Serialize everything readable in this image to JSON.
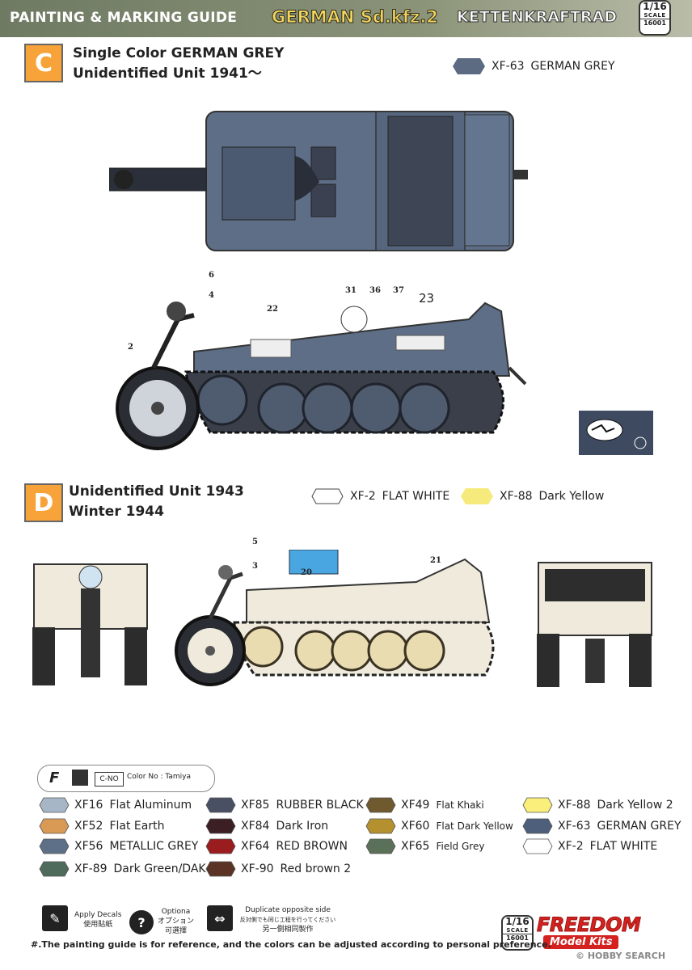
{
  "header": {
    "guide_title": "PAINTING & MARKING GUIDE",
    "model_title": "GERMAN Sd.kfz.2",
    "model_subtitle": "KETTENKRAFTRAD",
    "scale_ratio": "1/16",
    "scale_label": "SCALE",
    "kit_code": "16001"
  },
  "scheme_c": {
    "letter": "C",
    "line1": "Single Color  GERMAN GREY",
    "line2": "Unidentified Unit  1941～",
    "swatch": {
      "code": "XF-63",
      "name": "GERMAN GREY",
      "color": "#5c6b82"
    },
    "callouts": [
      "6",
      "4",
      "2",
      "22",
      "31",
      "36",
      "37",
      "23"
    ]
  },
  "scheme_d": {
    "letter": "D",
    "line1": "Unidentified Unit  1943",
    "line2": "Winter 1944",
    "swatches": [
      {
        "code": "XF-2",
        "name": "FLAT WHITE",
        "color": "#ffffff"
      },
      {
        "code": "XF-88",
        "name": "Dark Yellow",
        "color": "#f6ea7c"
      }
    ],
    "callouts": [
      "5",
      "3",
      "20",
      "21"
    ]
  },
  "legend": {
    "color_no_label": "Color No : Tamiya",
    "icon_c_no": "C-NO",
    "paints": [
      {
        "code": "XF16",
        "name": "Flat Aluminum",
        "color": "#a7b6c6"
      },
      {
        "code": "XF52",
        "name": "Flat Earth",
        "color": "#d99a55"
      },
      {
        "code": "XF56",
        "name": "METALLIC GREY",
        "color": "#5e6f88"
      },
      {
        "code": "XF-89",
        "name": "Dark Green/DAK",
        "color": "#4f6b5c"
      },
      {
        "code": "XF85",
        "name": "RUBBER BLACK",
        "color": "#4a5063"
      },
      {
        "code": "XF84",
        "name": "Dark Iron",
        "color": "#3b1f24"
      },
      {
        "code": "XF64",
        "name": "RED BROWN",
        "color": "#9b1c1e"
      },
      {
        "code": "XF-90",
        "name": "Red brown 2",
        "color": "#5a3324"
      },
      {
        "code": "XF49",
        "name": "Flat Khaki",
        "color": "#6e5a2e"
      },
      {
        "code": "XF60",
        "name": "Flat Dark Yellow",
        "color": "#b4902f"
      },
      {
        "code": "XF65",
        "name": "Field Grey",
        "color": "#5b7058"
      },
      {
        "code": "XF-88",
        "name": "Dark Yellow 2",
        "color": "#f9ef7a"
      },
      {
        "code": "XF-63",
        "name": "GERMAN GREY",
        "color": "#4e5f7b"
      },
      {
        "code": "XF-2",
        "name": "FLAT WHITE",
        "color": "#ffffff"
      }
    ]
  },
  "footer": {
    "apply_decals_en": "Apply Decals",
    "apply_decals_zh": "使用貼紙",
    "optional_en": "Optiona",
    "optional_jp": "オプション",
    "optional_zh": "可選擇",
    "duplicate_en": "Duplicate opposite side",
    "duplicate_jp": "反対側でも同じ工程を行ってください",
    "duplicate_zh": "另一側相同製作",
    "disclaimer": "#.The painting guide is for reference, and the colors can be adjusted according to personal preference.",
    "brand": "FREEDOM",
    "brand_sub": "Model Kits",
    "watermark": "© HOBBY SEARCH"
  }
}
